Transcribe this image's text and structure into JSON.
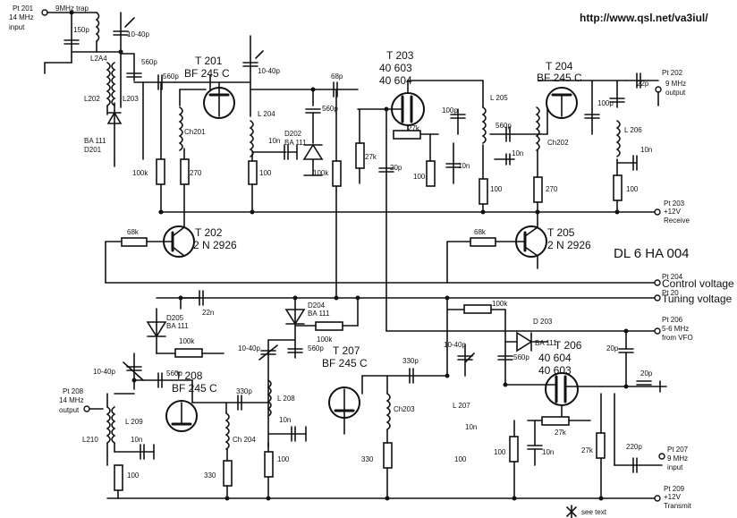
{
  "url": "http://www.qsl.net/va3iul/",
  "title": "DL 6 HA 004",
  "terminals": {
    "pt201": {
      "name": "Pt 201",
      "l2": "14 MHz",
      "l3": "input"
    },
    "pt208": {
      "name": "Pt 208",
      "l2": "14 MHz",
      "l3": "output"
    },
    "pt202": {
      "name": "Pt 202",
      "l2": "9 MHz",
      "l3": "output"
    },
    "pt203": {
      "name": "Pt 203",
      "l2": "+12V",
      "l3": "Receive"
    },
    "pt204": {
      "name": "Pt 204",
      "l2": "Control voltage"
    },
    "pt20": {
      "name": "Pt 20",
      "l2": "Tuning voltage"
    },
    "pt206": {
      "name": "Pt 206",
      "l2": "5-6 MHz",
      "l3": "from VFO"
    },
    "pt207": {
      "name": "Pt 207",
      "l2": "9 MHz",
      "l3": "input"
    },
    "pt209": {
      "name": "Pt 209",
      "l2": "+12V",
      "l3": "Transmit"
    }
  },
  "labels": {
    "trap": "9MHz trap",
    "c150p": "150p",
    "c10_40a": "10-40p",
    "l2ab": "L2A4",
    "c560a": "560p",
    "c560b": "560p",
    "l202": "L202",
    "l203": "L203",
    "ba111a": "BA 111",
    "d201": "D201",
    "ch201": "Ch201",
    "r100ka": "100k",
    "r270a": "270",
    "t201": "T 201",
    "bf245a": "BF 245 C",
    "c10_40b": "10-40p",
    "l204": "L 204",
    "c10na": "10n",
    "r100a": "100",
    "c68p": "68p",
    "c560c": "560p",
    "d202": "D202",
    "ba111b": "BA 111",
    "r100kb": "100k",
    "r27ka": "27k",
    "t203": "T 203",
    "t203a": "40 603",
    "t203b": "40 604",
    "c100pa": "100p",
    "r27kb": "27k",
    "c20pa": "20p",
    "r100b": "100",
    "c10nb": "10n",
    "l205": "L 205",
    "c560d": "560p",
    "c10nc": "10n",
    "r100c": "100",
    "t204": "T 204",
    "bf245b": "BF 245 C",
    "ch202": "Ch202",
    "r270b": "270",
    "c100pb": "100p",
    "c22pa": "22p",
    "l206": "L 206",
    "c10nd": "10n",
    "r100d": "100",
    "r68ka": "68k",
    "t202": "T 202",
    "t202b": "2 N 2926",
    "r68kb": "68k",
    "t205": "T 205",
    "t205b": "2 N 2926",
    "c22n": "22n",
    "d205": "D205",
    "ba111c": "BA 111",
    "r100ke": "100k",
    "c10_40c": "10-40p",
    "c560e": "560p",
    "t208": "T 208",
    "bf245c": "BF 245 C",
    "l209": "L 209",
    "l210": "L210",
    "c10ne": "10n",
    "r100e": "100",
    "c330a": "330p",
    "ch204": "Ch 204",
    "r330a": "330",
    "d204": "D204",
    "ba111d": "BA 111",
    "r100kc": "100k",
    "c10_40d": "10-40p",
    "c560f": "560p",
    "t207": "T 207",
    "bf245d": "BF 245 C",
    "l208": "L 208",
    "c10nf": "10n",
    "r100f": "100",
    "c330b": "330p",
    "ch203": "Ch203",
    "r330b": "330",
    "c10_40e": "10-40p",
    "l207": "L 207",
    "c10ng": "10n",
    "r100g": "100",
    "r100kd": "100k",
    "d203": "D 203",
    "ba111e": "BA 111",
    "c560g": "560p",
    "t206": "T 206",
    "t206a": "40 604",
    "t206b": "40 603",
    "c20pb": "20p",
    "c20pc": "20p",
    "r27kc": "27k",
    "r100h": "100",
    "c10nh": "10n",
    "r27kd": "27k",
    "c220p": "220p",
    "seetext": "see text"
  }
}
